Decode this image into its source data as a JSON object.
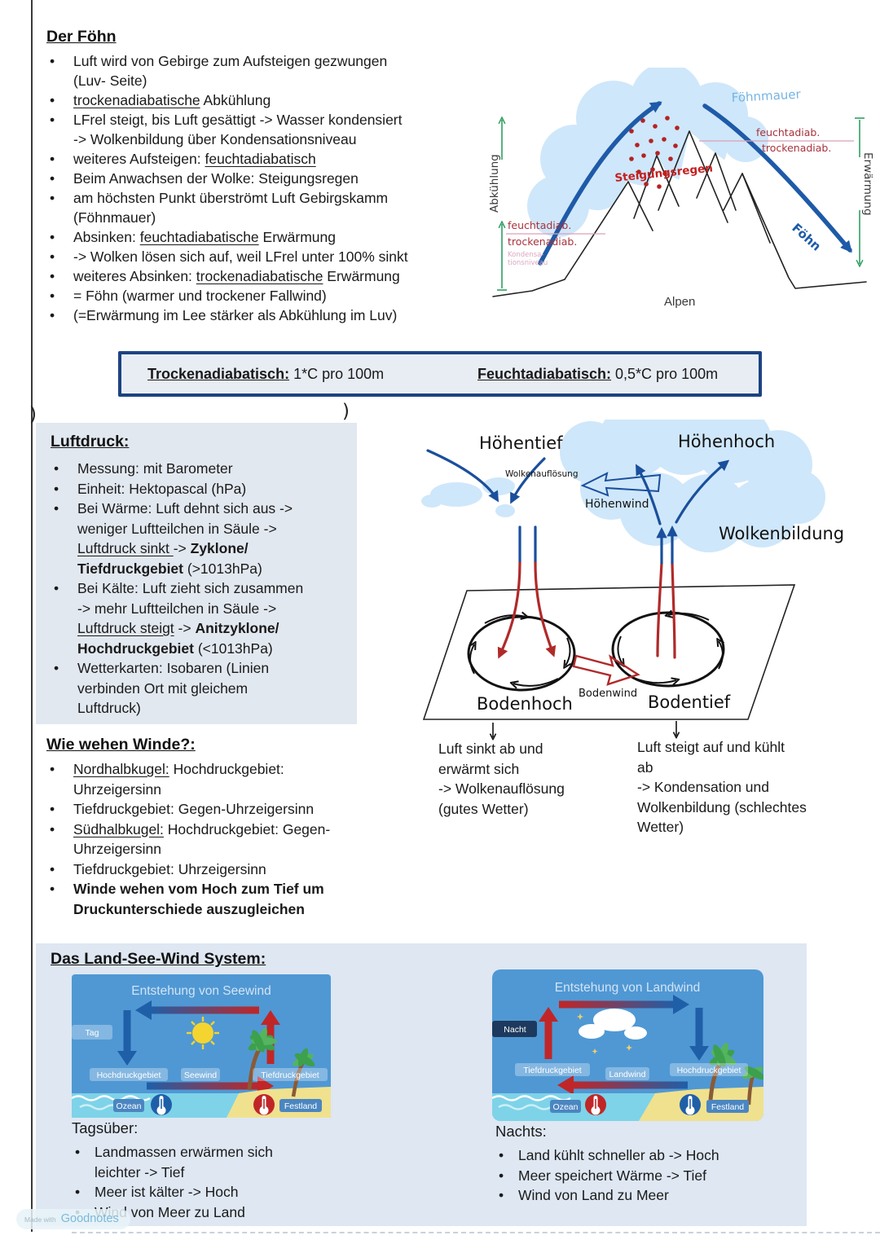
{
  "colors": {
    "ink_blue": "#1e5aa8",
    "ink_red": "#b02a2a",
    "ink_green": "#2f9e62",
    "cloud_blue": "#cfe7fa",
    "box_border": "#1c4382",
    "note_bg": "#e2e8f0",
    "panel_bg": "#dee7f2",
    "sky_blue": "#4f98d4"
  },
  "foehn": {
    "title": "Der Föhn",
    "bullets": [
      "Luft wird von Gebirge zum Aufsteigen gezwungen<br>(Luv- Seite)",
      "<u>trockenadiabatische</u> Abkühlung",
      "LFrel steigt, bis Luft gesättigt -&gt; Wasser kondensiert<br>-&gt; Wolkenbildung über Kondensationsniveau",
      "weiteres Aufsteigen: <u>feuchtadiabatisch</u>",
      "Beim Anwachsen der Wolke: Steigungsregen",
      "am höchsten Punkt überströmt Luft Gebirgskamm<br>(Föhnmauer)",
      "Absinken: <u>feuchtadiabatische</u> Erwärmung",
      "-&gt; Wolken lösen sich auf, weil LFrel unter 100% sinkt",
      "weiteres Absinken: <u>trockenadiabatische</u> Erwärmung",
      "= Föhn (warmer und trockener Fallwind)",
      "(=Erwärmung im Lee stärker als Abkühlung im Luv)"
    ]
  },
  "foehn_diagram": {
    "abkuehlung": "Abkühlung",
    "erwaermung": "Erwärmung",
    "foehnmauer": "Föhnmauer",
    "feuchtadiab_left": "feuchtadiab.",
    "trockenadiab_left": "trockenadiab.",
    "kondensniveau_1": "Kondensa-",
    "kondensniveau_2": "tionsniveau",
    "feuchtadiab_right": "feuchtadiab.",
    "trockenadiab_right": "trockenadiab.",
    "steigungsregen": "Steigungsregen",
    "foehn_wind": "Föhn",
    "alpen": "Alpen"
  },
  "adiabatic_box": {
    "left_term": "Trockenadiabatisch:",
    "left_value": " 1*C pro 100m",
    "right_term": "Feuchtadiabatisch:",
    "right_value": " 0,5*C pro 100m"
  },
  "luftdruck": {
    "paren_left": ")",
    "paren_right": ")",
    "title": "Luftdruck:",
    "bullets": [
      "Messung: mit Barometer",
      "Einheit: Hektopascal (hPa)",
      "Bei Wärme: Luft dehnt sich aus -&gt;<br>weniger Luftteilchen in Säule -&gt;<br><u>Luftdruck sinkt </u>-&gt; <b>Zyklone/</b><br><b>Tiefdruckgebiet</b> (&gt;1013hPa)",
      "Bei Kälte: Luft zieht sich zusammen<br>-&gt; mehr Luftteilchen in Säule -&gt;<br><u>Luftdruck steigt</u> -&gt; <b>Anitzyklone/</b><br><b>Hochdruckgebiet</b> (&lt;1013hPa)",
      "Wetterkarten: Isobaren (Linien<br>verbinden Ort mit gleichem<br>Luftdruck)"
    ]
  },
  "pressure_diagram": {
    "hoehentief": "Höhentief",
    "wolkenaufloesung": "Wolkenauflösung",
    "hoehenwind": "Höhenwind",
    "hoehenhoch": "Höhenhoch",
    "wolkenbildung": "Wolkenbildung",
    "bodenhoch": "Bodenhoch",
    "bodenwind": "Bodenwind",
    "bodentief": "Bodentief"
  },
  "pressure_outcomes": {
    "left": "Luft sinkt ab und<br>erwärmt sich<br>-&gt; Wolkenauflösung<br>(gutes Wetter)",
    "right": "Luft steigt auf und kühlt<br>ab<br>-&gt; Kondensation und<br>Wolkenbildung (schlechtes<br>Wetter)"
  },
  "winde": {
    "title": "Wie wehen Winde?:",
    "bullets": [
      "<u>Nordhalbkugel:</u> Hochdruckgebiet:<br>Uhrzeigersinn",
      "Tiefdruckgebiet: Gegen-Uhrzeigersinn",
      "<u>Südhalbkugel:</u> Hochdruckgebiet: Gegen-<br>Uhrzeigersinn",
      "Tiefdruckgebiet: Uhrzeigersinn",
      "<b>Winde wehen vom Hoch zum Tief um<br>Druckunterschiede auszugleichen</b>"
    ]
  },
  "landsee": {
    "title": "Das Land-See-Wind System:",
    "day_image": {
      "title": "Entstehung von Seewind",
      "time": "Tag",
      "left_pill": "Hochdruckgebiet",
      "mid_pill": "Seewind",
      "right_pill": "Tiefdruckgebiet",
      "sea": "Ozean",
      "land": "Festland"
    },
    "day_heading": "Tagsüber:",
    "day_bullets": [
      "Landmassen erwärmen sich<br>leichter -&gt; Tief",
      "Meer ist kälter -&gt; Hoch",
      "Wind von Meer zu Land"
    ],
    "night_image": {
      "title": "Entstehung von Landwind",
      "time": "Nacht",
      "left_pill": "Tiefdruckgebiet",
      "mid_pill": "Landwind",
      "right_pill": "Hochdruckgebiet",
      "sea": "Ozean",
      "land": "Festland"
    },
    "night_heading": "Nachts:",
    "night_bullets": [
      "Land kühlt schneller ab -&gt; Hoch",
      "Meer speichert Wärme -&gt; Tief",
      "Wind von Land zu Meer"
    ]
  },
  "watermark": {
    "prefix": "Made with",
    "brand": "Goodnotes"
  }
}
